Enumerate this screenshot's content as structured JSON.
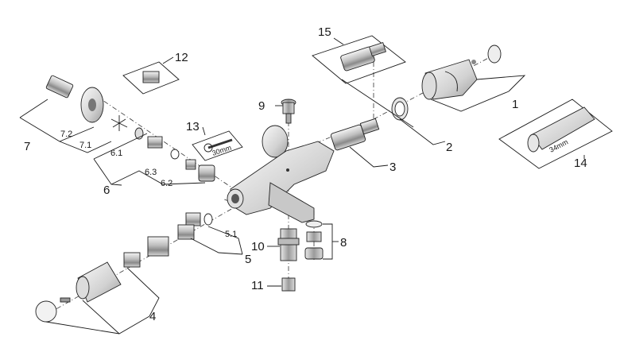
{
  "labels": {
    "p1": "1",
    "p2": "2",
    "p3": "3",
    "p4": "4",
    "p5": "5",
    "p5_1": "5.1",
    "p6": "6",
    "p6_1": "6.1",
    "p6_2": "6.2",
    "p6_3": "6.3",
    "p7": "7",
    "p7_1": "7.1",
    "p7_2": "7.2",
    "p8": "8",
    "p9": "9",
    "p10": "10",
    "p11": "11",
    "p12": "12",
    "p13": "13",
    "p14": "14",
    "p15": "15"
  },
  "annotations": {
    "wrench_size": "30mm",
    "sleeve_size": "34mm"
  }
}
